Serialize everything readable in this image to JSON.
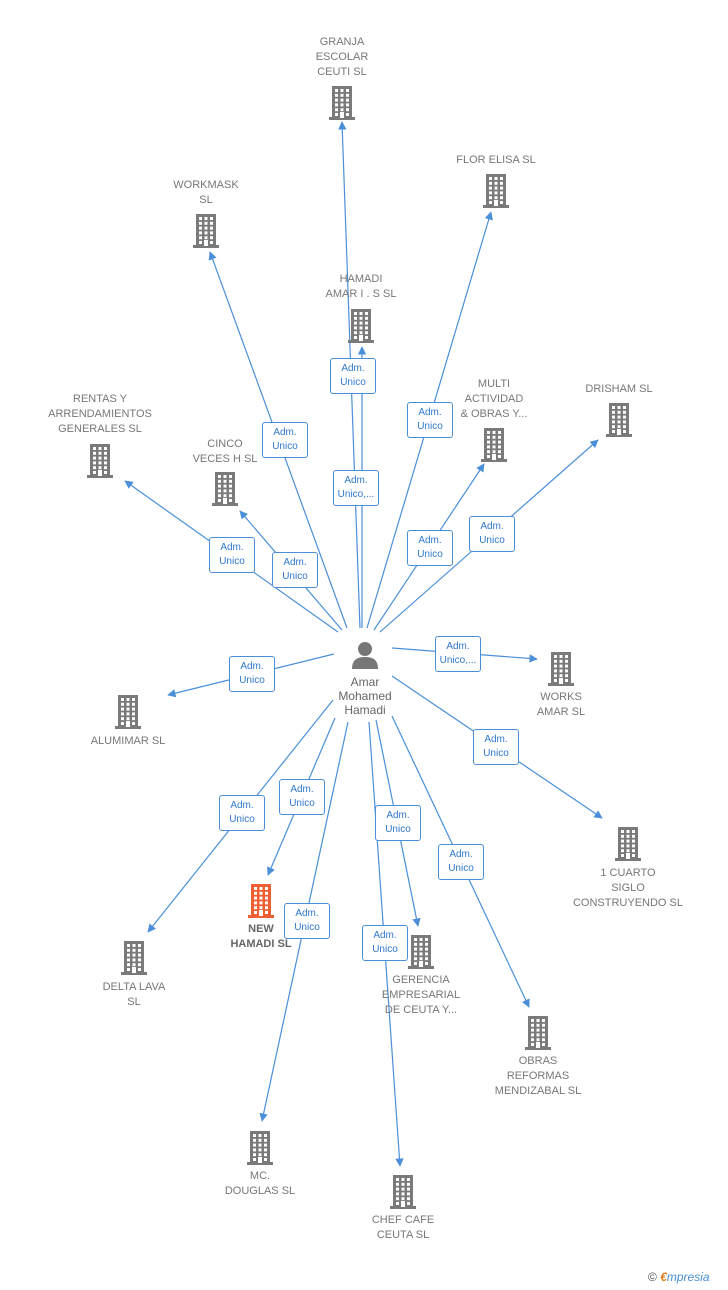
{
  "colors": {
    "edge": "#4a8fd8",
    "building": "#7a7a7a",
    "focus_building": "#ee5f34",
    "person": "#777777"
  },
  "person": {
    "name": "Amar\nMohamed\nHamadi"
  },
  "companies": [
    {
      "id": "granja",
      "label": "GRANJA\nESCOLAR\nCEUTI SL"
    },
    {
      "id": "workmask",
      "label": "WORKMASK\nSL"
    },
    {
      "id": "flor",
      "label": "FLOR ELISA SL"
    },
    {
      "id": "hamadiamar",
      "label": "HAMADI\nAMAR I .  S  SL"
    },
    {
      "id": "rentas",
      "label": "RENTAS Y\nARRENDAMIENTOS\nGENERALES SL"
    },
    {
      "id": "multi",
      "label": "MULTI\nACTIVIDAD\n& OBRAS Y..."
    },
    {
      "id": "drisham",
      "label": "DRISHAM SL"
    },
    {
      "id": "cinco",
      "label": "CINCO\nVECES H  SL"
    },
    {
      "id": "works",
      "label": "WORKS\nAMAR SL"
    },
    {
      "id": "alumimar",
      "label": "ALUMIMAR  SL"
    },
    {
      "id": "cuarto",
      "label": "1 CUARTO\nSIGLO\nCONSTRUYENDO SL"
    },
    {
      "id": "newhamadi",
      "label": "NEW\nHAMADI  SL",
      "focus": true
    },
    {
      "id": "delta",
      "label": "DELTA LAVA\nSL"
    },
    {
      "id": "gerencia",
      "label": "GERENCIA\nEMPRESARIAL\nDE CEUTA Y..."
    },
    {
      "id": "obras",
      "label": "OBRAS\nREFORMAS\nMENDIZABAL SL"
    },
    {
      "id": "mcdouglas",
      "label": "MC.\nDOUGLAS  SL"
    },
    {
      "id": "chef",
      "label": "CHEF CAFE\nCEUTA SL"
    }
  ],
  "edge_labels": [
    {
      "target": "granja",
      "text": "Adm.\nUnico"
    },
    {
      "target": "workmask",
      "text": "Adm.\nUnico"
    },
    {
      "target": "flor",
      "text": "Adm.\nUnico"
    },
    {
      "target": "hamadiamar",
      "text": "Adm.\nUnico,..."
    },
    {
      "target": "rentas",
      "text": "Adm.\nUnico"
    },
    {
      "target": "cinco",
      "text": "Adm.\nUnico"
    },
    {
      "target": "multi",
      "text": "Adm.\nUnico"
    },
    {
      "target": "drisham",
      "text": "Adm.\nUnico"
    },
    {
      "target": "works",
      "text": "Adm.\nUnico,..."
    },
    {
      "target": "alumimar",
      "text": "Adm.\nUnico"
    },
    {
      "target": "cuarto",
      "text": "Adm.\nUnico"
    },
    {
      "target": "newhamadi",
      "text": "Adm.\nUnico"
    },
    {
      "target": "delta",
      "text": "Adm.\nUnico"
    },
    {
      "target": "gerencia",
      "text": "Adm.\nUnico"
    },
    {
      "target": "obras",
      "text": "Adm.\nUnico"
    },
    {
      "target": "mcdouglas",
      "text": "Adm.\nUnico"
    },
    {
      "target": "chef",
      "text": "Adm.\nUnico"
    }
  ],
  "brand": {
    "copyright": "©",
    "first": "€",
    "rest": "mpresia"
  }
}
